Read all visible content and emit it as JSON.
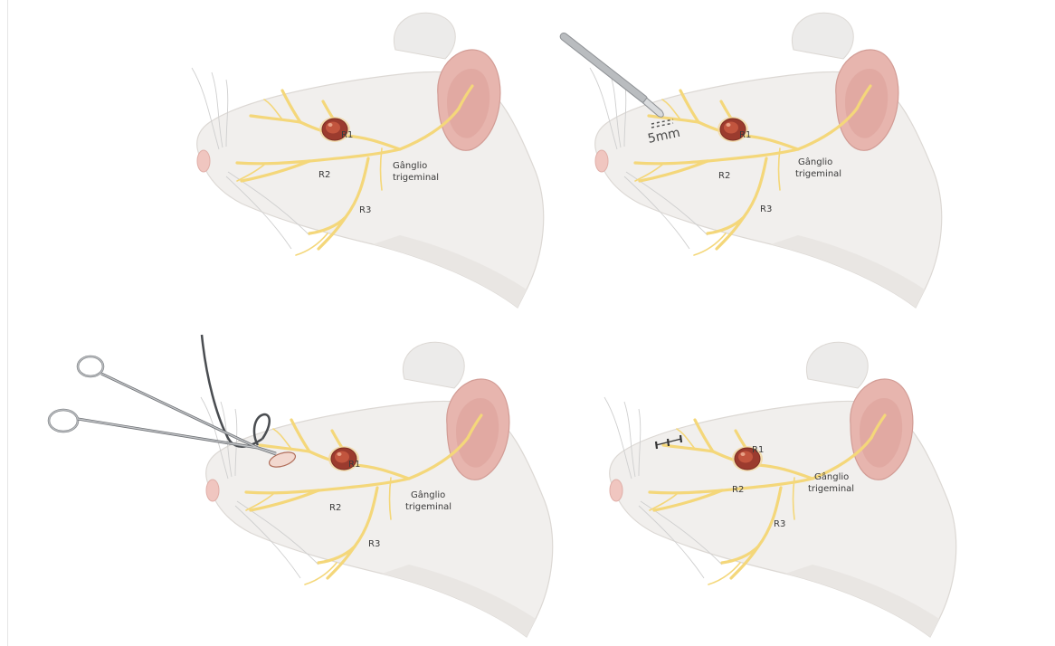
{
  "panels": [
    {
      "id": "panel-1",
      "labels": {
        "r1": "R1",
        "r2": "R2",
        "r3": "R3",
        "ganglion_line1": "Gânglio",
        "ganglion_line2": "trigeminal"
      },
      "instrument": "none"
    },
    {
      "id": "panel-2",
      "labels": {
        "r1": "R1",
        "r2": "R2",
        "r3": "R3",
        "ganglion_line1": "Gânglio",
        "ganglion_line2": "trigeminal",
        "measure": "5mm"
      },
      "instrument": "scalpel-icon"
    },
    {
      "id": "panel-3",
      "labels": {
        "r1": "R1",
        "r2": "R2",
        "r3": "R3",
        "ganglion_line1": "Gânglio",
        "ganglion_line2": "trigeminal"
      },
      "instrument": "hemostat-forceps-icon"
    },
    {
      "id": "panel-4",
      "labels": {
        "r1": "R1",
        "r2": "R2",
        "r3": "R3",
        "ganglion_line1": "Gânglio",
        "ganglion_line2": "trigeminal"
      },
      "instrument": "suture-icon"
    }
  ],
  "colors": {
    "head_fill": "#f1efed",
    "head_stroke": "#dcd8d4",
    "ear_fill": "#e7b5ae",
    "ear_inner": "#d99c95",
    "nerve": "#f4d77a",
    "eye_outer": "#9b3b2e",
    "eye_inner": "#c2553e",
    "nose": "#f0c6c0",
    "whisker": "#cfcfcf",
    "instrument": "#b9bcbf",
    "instrument_dark": "#6e7175"
  }
}
